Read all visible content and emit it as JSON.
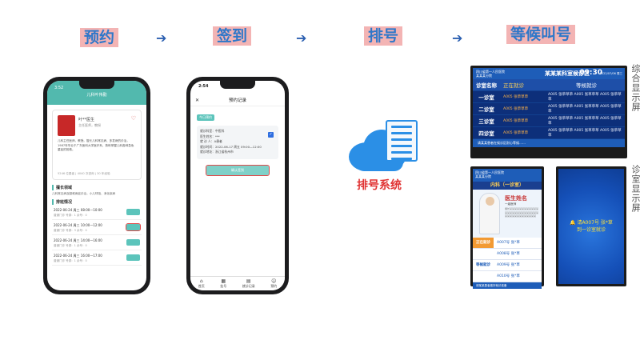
{
  "steps": [
    {
      "label": "预约"
    },
    {
      "label": "签到"
    },
    {
      "label": "排号"
    },
    {
      "label": "等候叫号"
    }
  ],
  "arrow_glyph": "➔",
  "phone1": {
    "time": "3:52",
    "title": "儿科叶伟勤",
    "doctor_name": "叶**医生",
    "doctor_role": "主任医师，教授",
    "intro": "儿科主任医师，教授。擅长儿科常见病、多发病的诊治，1987年毕业于广东医科大学医疗系，熟练掌握儿科各种急危重症的抢救。",
    "stats": "5246 位患者 | 4040 次咨询 | 30 年经验",
    "specialty_title": "擅长领域",
    "specialty_text": "儿科常见病及疑难病症诊治，小儿呼吸、消化疾病",
    "schedule_title": "排班情况",
    "schedule": [
      {
        "date": "2022-06-24 周三 08:00—10:00",
        "sub": "普通门诊  号源：1  余号：0"
      },
      {
        "date": "2022-06-24 周三 10:00—12:00",
        "sub": "普通门诊  号源：3  余号：0"
      },
      {
        "date": "2022-06-24 周三 14:00—16:00",
        "sub": "普通门诊  号源：1  余号：0"
      },
      {
        "date": "2022-06-24 周三 16:00—17:00",
        "sub": "普通门诊  号源：1  余号：0"
      }
    ]
  },
  "phone2": {
    "time": "2:54",
    "title": "预约记录",
    "tag": "今日预约",
    "lines": [
      "就诊科室：中医科",
      "医生姓名：***",
      "就 诊 人：A患者",
      "就诊时间：2022-06-17 周五 09:00—12:00",
      "就诊地址：浙江省杭州市"
    ],
    "checkbox": "✓",
    "button": "确认签到",
    "nav": [
      {
        "icon": "⌂",
        "label": "首页"
      },
      {
        "icon": "▦",
        "label": "挂号"
      },
      {
        "icon": "▤",
        "label": "就诊记录"
      },
      {
        "icon": "☺",
        "label": "预约"
      }
    ]
  },
  "system": {
    "label": "排号系统"
  },
  "monitor1": {
    "hospital": "四川省第一人民医院",
    "hospital_sub": "某某某分院",
    "title": "某某某科室候诊区",
    "clock": "09:30",
    "date": "2022/07/06 周三",
    "headers": [
      "诊室名称",
      "正在就诊",
      "等候就诊"
    ],
    "rows": [
      {
        "room": "一诊室",
        "current": "A005 张草草草",
        "waiting": "A005 张草草草   A005 张草草草   A005 张草草草"
      },
      {
        "room": "二诊室",
        "current": "A005 张草草草",
        "waiting": "A005 张草草草   A005 张草草草   A005 张草草草"
      },
      {
        "room": "三诊室",
        "current": "A005 张草草草",
        "waiting": "A005 张草草草   A005 张草草草   A005 张草草草"
      },
      {
        "room": "四诊室",
        "current": "A005 张草草草",
        "waiting": "A005 张草草草   A005 张草草草   A005 张草草草"
      }
    ],
    "footer": "请某某患者在候诊区耐心等候……"
  },
  "monitor2": {
    "hospital": "四川省第一人民医院",
    "hospital_sub": "某某某分院",
    "dept": "内科（一诊室）",
    "doc_name": "医生姓名",
    "doc_role": "一级医师",
    "doc_text": "擅长某某某某某某某某某某某某某某某某某某某某某某某某某某某某某某某某某某某某某某某",
    "current_label": "正在就诊",
    "current": "A007号  张*草",
    "waiting_label": "等候就诊",
    "waiting": [
      "A008号  张*草",
      "A009号  张*草",
      "A010号  张*草"
    ],
    "footer": "请某某患者做好就诊准备"
  },
  "monitor3": {
    "line1": "🔔 请A007号 张*草",
    "line2": "到一诊室就诊"
  },
  "side_labels": [
    "综合显示屏",
    "诊室显示屏"
  ]
}
